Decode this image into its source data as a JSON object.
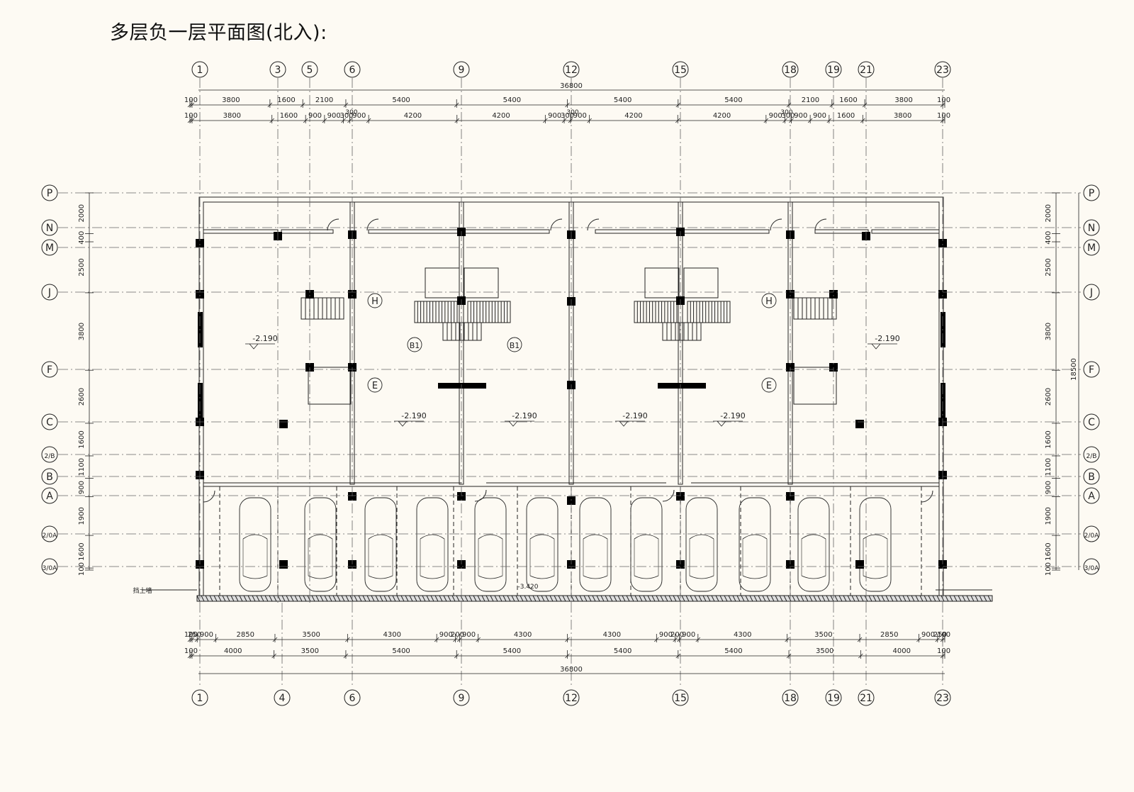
{
  "title": "多层负一层平面图(北入):",
  "colors": {
    "background": "#fdfaf3",
    "line": "#222222",
    "column": "#000000",
    "axis": "#555555"
  },
  "axes_top": [
    "1",
    "3",
    "5",
    "6",
    "9",
    "12",
    "15",
    "18",
    "19",
    "21",
    "23"
  ],
  "axes_bottom": [
    "1",
    "4",
    "6",
    "9",
    "12",
    "15",
    "18",
    "19",
    "21",
    "23"
  ],
  "axes_rows": [
    "P",
    "N",
    "M",
    "J",
    "F",
    "C",
    "2/B",
    "B",
    "A",
    "2/0A",
    "3/0A"
  ],
  "dims_top_total": "36800",
  "dims_top_row1": [
    "100",
    "3800",
    "1600",
    "2100",
    "5400",
    "5400",
    "5400",
    "5400",
    "2100",
    "1600",
    "3800",
    "100"
  ],
  "dims_top_row2": [
    "100",
    "3800",
    "1600",
    "900",
    "900",
    "300",
    "900",
    "4200",
    "4200",
    "900",
    "300",
    "900",
    "4200",
    "4200",
    "900",
    "300",
    "900",
    "900",
    "1600",
    "3800",
    "100"
  ],
  "dims_top_small": [
    "300",
    "300",
    "300"
  ],
  "dims_bottom_row1": [
    "100",
    "250",
    "900",
    "2850",
    "3500",
    "4300",
    "900",
    "200",
    "900",
    "4300",
    "4300",
    "900",
    "200",
    "900",
    "4300",
    "3500",
    "2850",
    "900",
    "250",
    "100"
  ],
  "dims_bottom_row2": [
    "100",
    "4000",
    "3500",
    "5400",
    "5400",
    "5400",
    "5400",
    "3500",
    "4000",
    "100"
  ],
  "dims_bottom_total": "36800",
  "dims_left": [
    "2000",
    "400",
    "2500",
    "3800",
    "2600",
    "1600",
    "1100",
    "900",
    "1900",
    "1600",
    "100"
  ],
  "dims_right": [
    "2000",
    "400",
    "2500",
    "3800",
    "2600",
    "1600",
    "1100",
    "900",
    "1900",
    "1600",
    "100"
  ],
  "dims_right_total": "18500",
  "elevation_labels": [
    "-2.190",
    "-2.190",
    "-2.190",
    "-2.190",
    "-2.190",
    "-2.190"
  ],
  "ramp_level": "-3.420",
  "inner_axis_labels": [
    "H",
    "H",
    "B1",
    "B1",
    "E",
    "E"
  ],
  "wall_label": "挡土墙"
}
